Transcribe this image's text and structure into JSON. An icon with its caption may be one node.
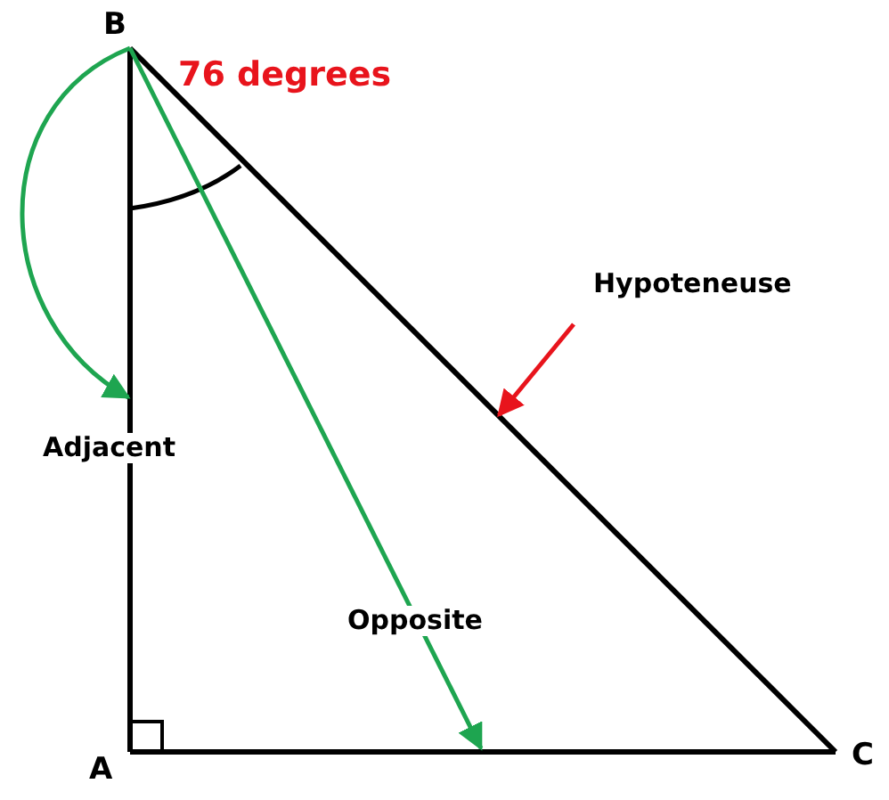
{
  "diagram": {
    "nodes": [
      {
        "text": [
          "B"
        ]
      },
      {
        "text": [
          "A"
        ]
      },
      {
        "text": [
          "C"
        ]
      },
      {
        "text": [
          "Hypoteneuse"
        ]
      }
    ],
    "edges": [
      {
        "from": 0,
        "to": 1,
        "arrow": "none"
      },
      {
        "from": 1,
        "to": 2,
        "arrow": "none"
      },
      {
        "from": 0,
        "to": 2,
        "arrow": "none"
      },
      {
        "from": 0,
        "to": null,
        "arrow": "to",
        "color": "#1ea550"
      },
      {
        "from": 0,
        "to": null,
        "arrow": "to",
        "color": "#1ea550"
      },
      {
        "from": 3,
        "to": null,
        "arrow": "to",
        "color": "#e8141c"
      }
    ],
    "labels": [
      "76 degrees",
      "Adjacent",
      "Opposite"
    ]
  }
}
